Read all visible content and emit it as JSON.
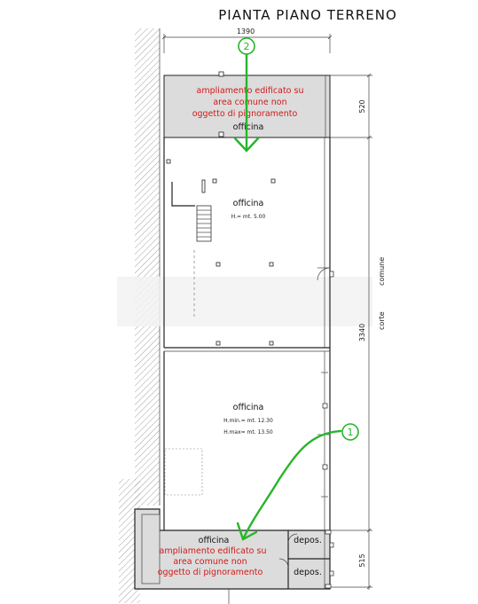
{
  "title": "PIANTA  PIANO  TERRENO",
  "dimensions": {
    "top_width": "1390",
    "upper_depth": "520",
    "middle_depth": "3340",
    "lower_depth": "515"
  },
  "side_label": {
    "word1": "corte",
    "word2": "comune"
  },
  "upper_extension": {
    "line1": "ampliamento edificato su",
    "line2": "area comune non",
    "line3": "oggetto di pignoramento",
    "room": "officina"
  },
  "room1": {
    "name": "officina",
    "height": "H.=  mt.  5.00"
  },
  "room2": {
    "name": "officina",
    "hmin": "H.min.=  mt.  12.30",
    "hmax": "H.max=  mt.  13.50"
  },
  "lower_extension": {
    "room": "officina",
    "line1": "ampliamento edificato su",
    "line2": "area comune non",
    "line3": "oggetto di pignoramento",
    "depos1": "depos.",
    "depos2": "depos."
  },
  "markers": {
    "m1": "1",
    "m2": "2"
  },
  "colors": {
    "arrow": "#27b52a",
    "note": "#d11a1a",
    "extension_fill": "#dcdcdc"
  }
}
